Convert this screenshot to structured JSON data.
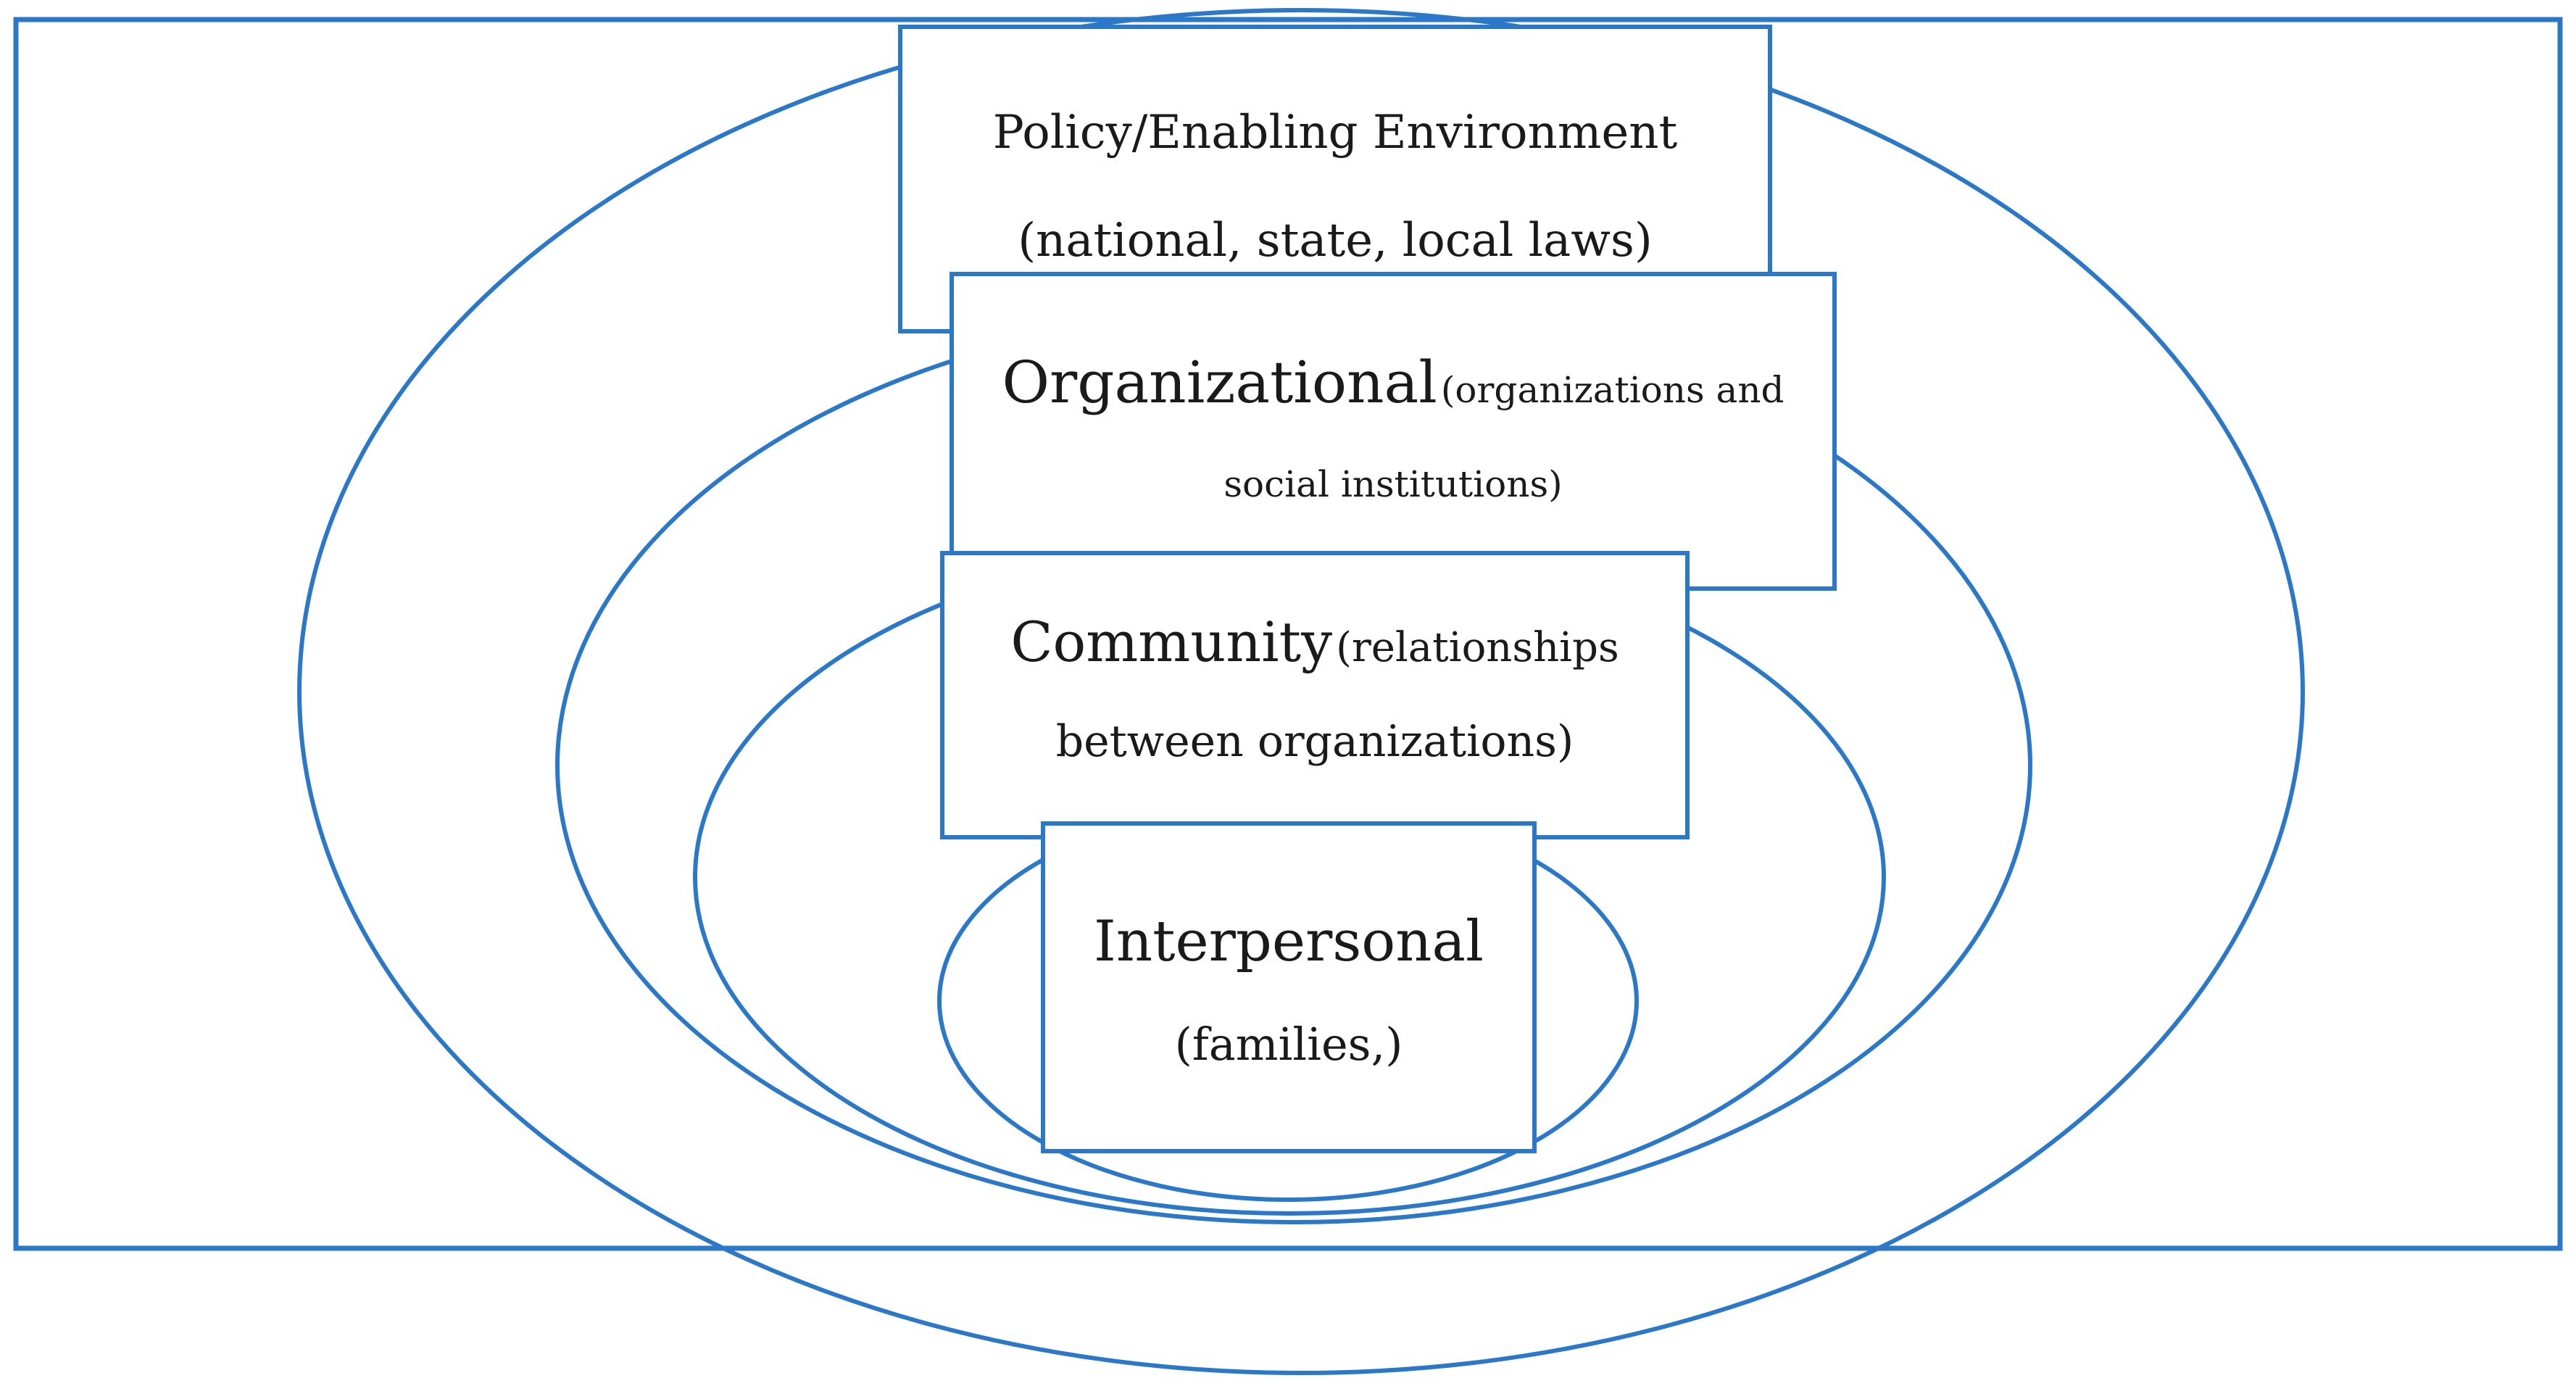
{
  "diagram": {
    "type": "nested-ellipses",
    "accent_color": "#2b78c8",
    "levels": [
      {
        "title": "Policy/Enabling Environment",
        "detail": "(national, state, local laws)"
      },
      {
        "title": "Organizational",
        "detail_part1": "(organizations and",
        "detail_part2": "social institutions)"
      },
      {
        "title": "Community",
        "detail_part1": "(relationships",
        "detail_part2": "between organizations)"
      },
      {
        "title": "Interpersonal",
        "detail": "(families,)"
      }
    ]
  }
}
